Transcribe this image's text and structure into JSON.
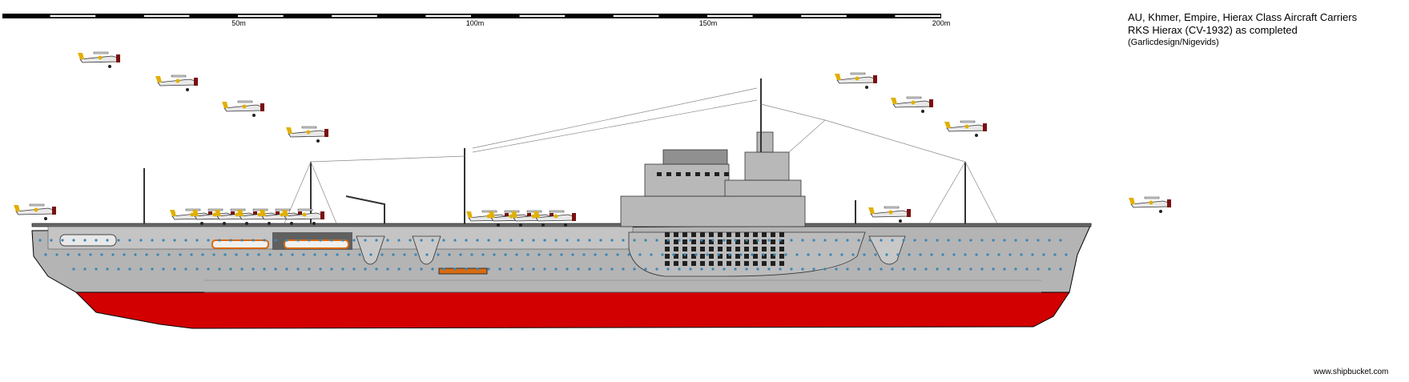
{
  "header": {
    "title_line1": "AU, Khmer, Empire, Hierax Class Aircraft Carriers",
    "title_line2": "RKS Hierax (CV-1932) as completed",
    "credit": "(Garlicdesign/Nigevids)"
  },
  "scale_bar": {
    "labels": [
      "50m",
      "100m",
      "150m",
      "200m"
    ],
    "segments": 20
  },
  "watermark": "www.shipbucket.com",
  "colors": {
    "hull_grey": "#b4b4b4",
    "deck_dark": "#808080",
    "antifouling_red": "#d20000",
    "porthole": "#3a86b4",
    "boat_orange": "#d86a10"
  }
}
